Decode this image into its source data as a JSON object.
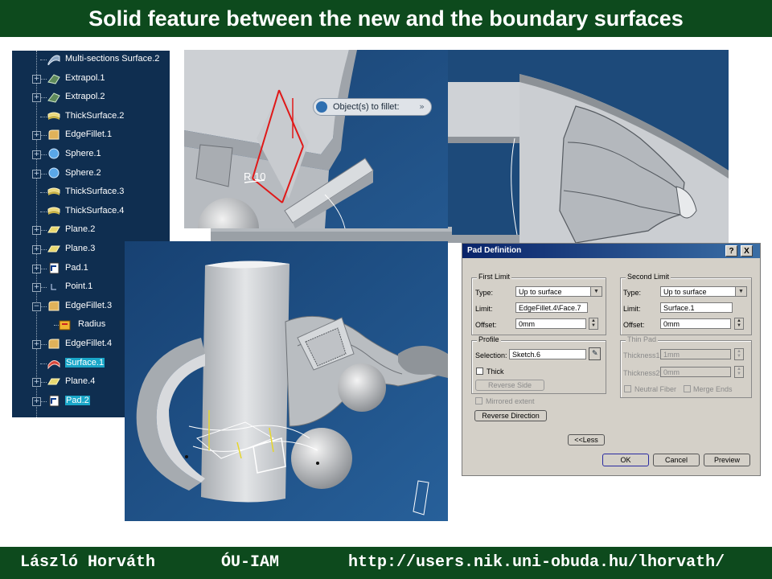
{
  "header": {
    "title": "Solid feature between the new and the boundary surfaces"
  },
  "footer": {
    "author": "László Horváth",
    "org": "ÓU-IAM",
    "url": "http://users.nik.uni-obuda.hu/lhorvath/"
  },
  "tree": {
    "items": [
      {
        "label": "Multi-sections Surface.2",
        "icon": "multi-sections-surface-icon",
        "expander": false
      },
      {
        "label": "Extrapol.1",
        "icon": "extrapol-icon",
        "expander": true
      },
      {
        "label": "Extrapol.2",
        "icon": "extrapol-icon",
        "expander": true
      },
      {
        "label": "ThickSurface.2",
        "icon": "thick-surface-icon",
        "expander": false
      },
      {
        "label": "EdgeFillet.1",
        "icon": "edge-fillet-icon",
        "expander": true
      },
      {
        "label": "Sphere.1",
        "icon": "sphere-icon",
        "expander": true
      },
      {
        "label": "Sphere.2",
        "icon": "sphere-icon",
        "expander": true
      },
      {
        "label": "ThickSurface.3",
        "icon": "thick-surface-icon",
        "expander": false
      },
      {
        "label": "ThickSurface.4",
        "icon": "thick-surface-icon",
        "expander": false
      },
      {
        "label": "Plane.2",
        "icon": "plane-icon",
        "expander": true
      },
      {
        "label": "Plane.3",
        "icon": "plane-icon",
        "expander": true
      },
      {
        "label": "Pad.1",
        "icon": "pad-icon",
        "expander": true
      },
      {
        "label": "Point.1",
        "icon": "point-icon",
        "expander": true
      },
      {
        "label": "EdgeFillet.3",
        "icon": "edge-fillet-icon",
        "expander": true,
        "expanded": true
      },
      {
        "label": "Radius",
        "icon": "radius-icon",
        "expander": false,
        "child": true
      },
      {
        "label": "EdgeFillet.4",
        "icon": "edge-fillet-icon",
        "expander": true
      },
      {
        "label": "Surface.1",
        "icon": "surface-icon",
        "expander": false,
        "selected": true
      },
      {
        "label": "Plane.4",
        "icon": "plane-icon",
        "expander": true
      },
      {
        "label": "Pad.2",
        "icon": "pad-icon",
        "expander": true,
        "selected": true
      }
    ]
  },
  "viewport_top": {
    "fillet_prompt": "Object(s) to fillet:",
    "radius_label": "R 10"
  },
  "dialog": {
    "title": "Pad Definition",
    "help_label": "?",
    "close_label": "X",
    "first_limit": {
      "title": "First Limit",
      "type_label": "Type:",
      "type_value": "Up to surface",
      "limit_label": "Limit:",
      "limit_value": "EdgeFillet.4\\Face.7",
      "offset_label": "Offset:",
      "offset_value": "0mm"
    },
    "second_limit": {
      "title": "Second Limit",
      "type_label": "Type:",
      "type_value": "Up to surface",
      "limit_label": "Limit:",
      "limit_value": "Surface.1",
      "offset_label": "Offset:",
      "offset_value": "0mm"
    },
    "profile": {
      "title": "Profile",
      "selection_label": "Selection:",
      "selection_value": "Sketch.6",
      "thick_label": "Thick",
      "reverse_side_label": "Reverse Side"
    },
    "thin_pad": {
      "title": "Thin Pad",
      "thickness1_label": "Thickness1:",
      "thickness1_value": "1mm",
      "thickness2_label": "Thickness2:",
      "thickness2_value": "0mm",
      "neutral_fiber_label": "Neutral Fiber",
      "merge_ends_label": "Merge Ends"
    },
    "mirrored_extent_label": "Mirrored extent",
    "reverse_direction_label": "Reverse Direction",
    "less_label": "<<Less",
    "ok_label": "OK",
    "cancel_label": "Cancel",
    "preview_label": "Preview"
  },
  "colors": {
    "header_bg": "#0d4a1d",
    "tree_bg": "#0f2e50",
    "viewport_bg": "#1d4a7a",
    "selection": "#1aa7c9",
    "red_edge": "#e01818"
  }
}
